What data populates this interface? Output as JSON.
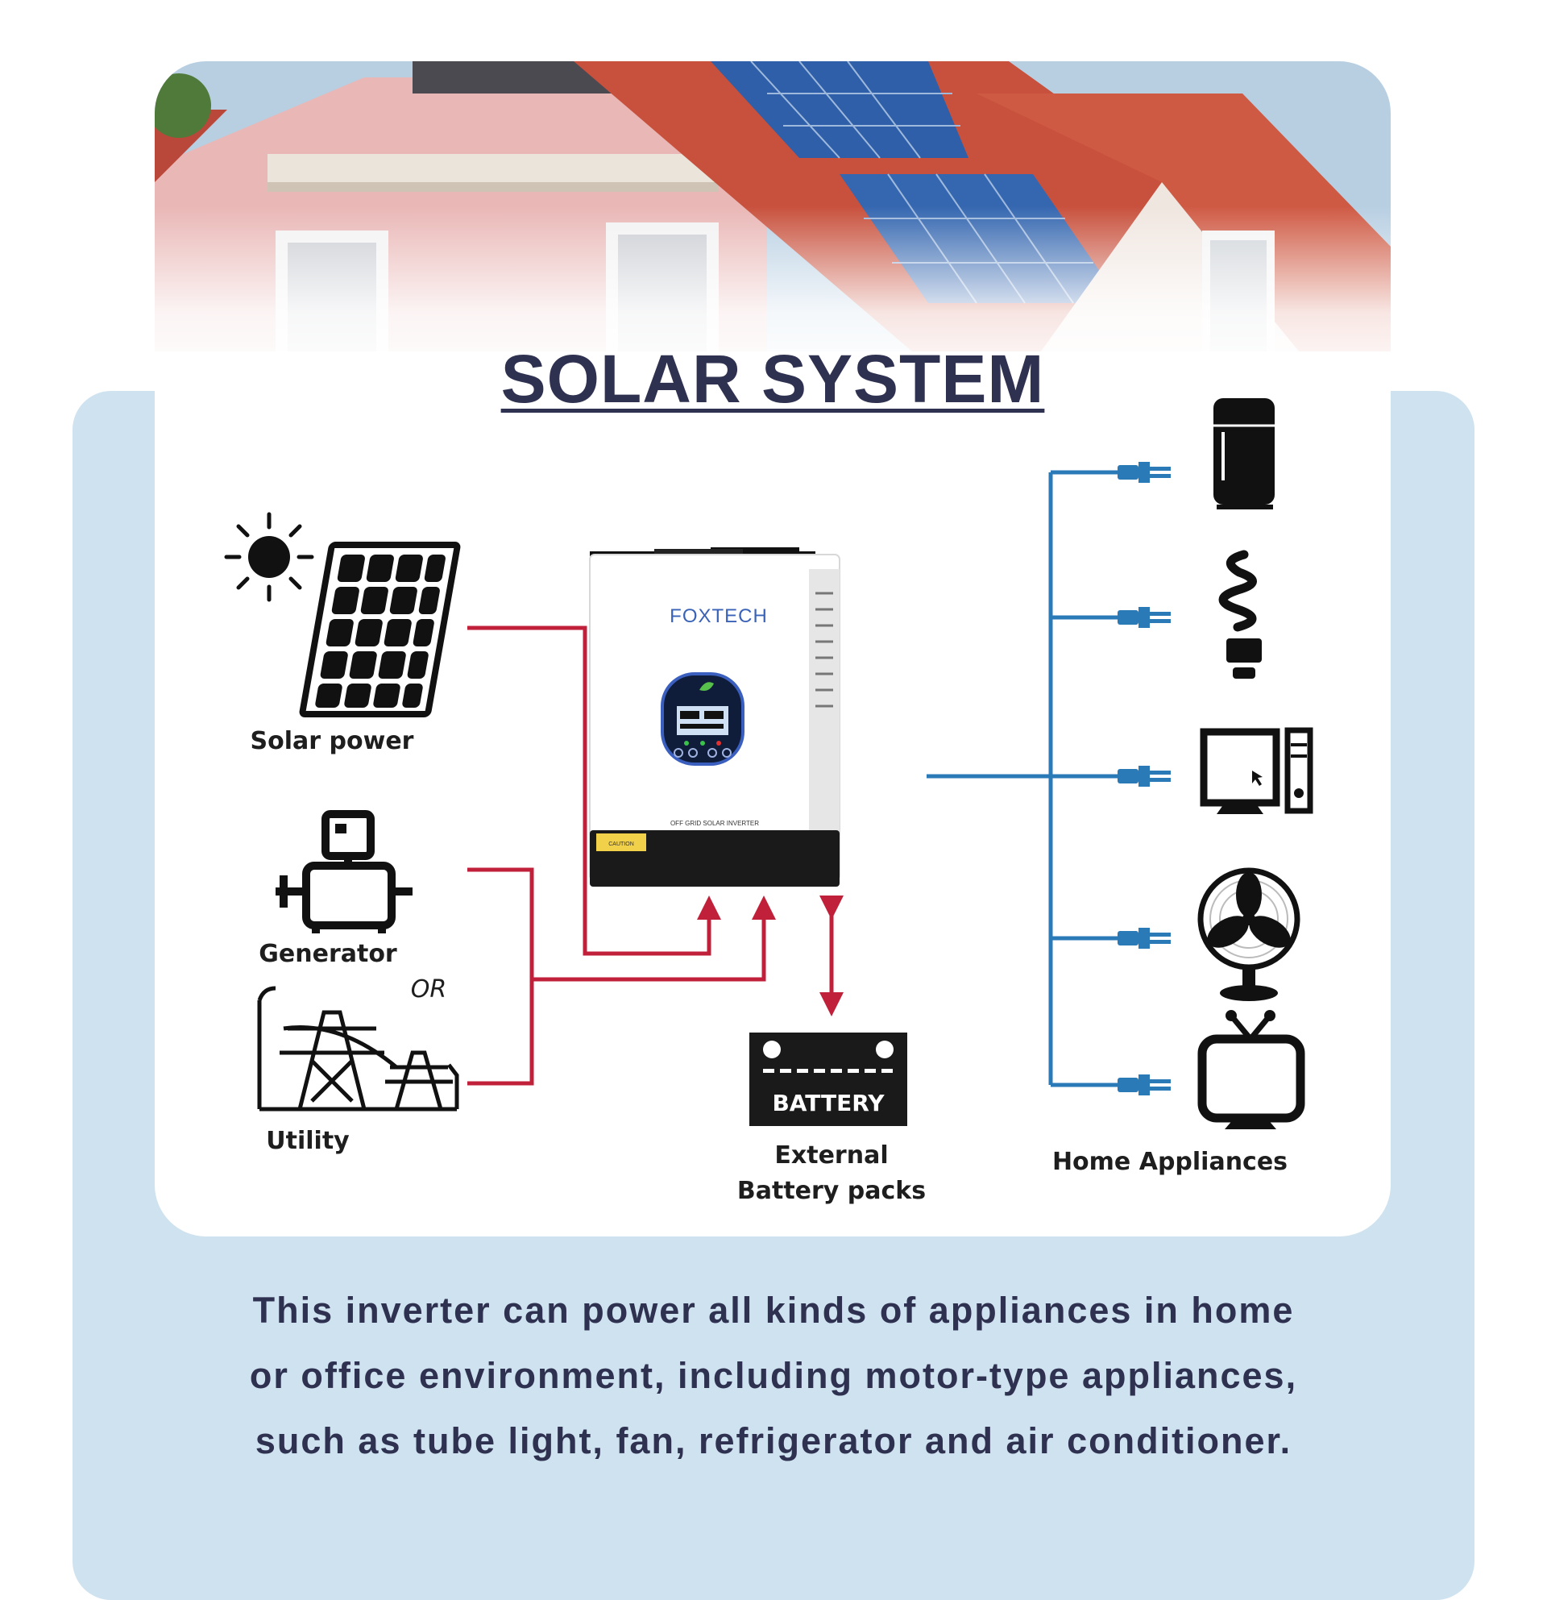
{
  "title": "SOLAR SYSTEM",
  "inverter": {
    "brand": "FOXTECH",
    "model_text": "OFF GRID SOLAR INVERTER",
    "warning_text": "CAUTION"
  },
  "labels": {
    "solar": "Solar power",
    "generator": "Generator",
    "or": "OR",
    "utility": "Utility",
    "battery_icon": "BATTERY",
    "battery_line1": "External",
    "battery_line2": "Battery packs",
    "appliances": "Home Appliances"
  },
  "caption": {
    "line1": "This inverter can power all kinds of appliances in home",
    "line2": "or office environment, including motor-type appliances,",
    "line3": "such as tube light, fan, refrigerator and air conditioner."
  },
  "colors": {
    "input_wire": "#c0203a",
    "output_wire": "#2b7ab8",
    "panel_bg": "#cfe2ef",
    "text_dark": "#2f3150"
  }
}
